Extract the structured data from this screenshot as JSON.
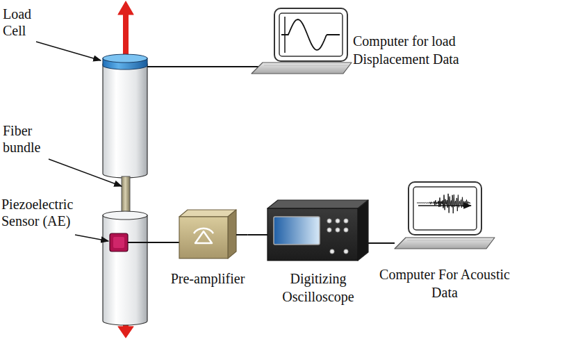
{
  "diagram": {
    "nodes": [
      {
        "text": [
          "Computer for load Displacement Data"
        ]
      },
      {
        "text": [
          "Pre-amplifier"
        ]
      },
      {
        "text": [
          "Digitizing Oscilloscope"
        ]
      },
      {
        "text": [
          "Computer For Acoustic Data"
        ]
      }
    ],
    "edges": [
      {
        "from": 1,
        "to": 2,
        "arrow": "none"
      },
      {
        "from": 2,
        "to": 3,
        "arrow": "none"
      }
    ],
    "labels": [
      "Load Cell",
      "Fiber bundle",
      "Piezoelectric Sensor (AE)"
    ]
  }
}
